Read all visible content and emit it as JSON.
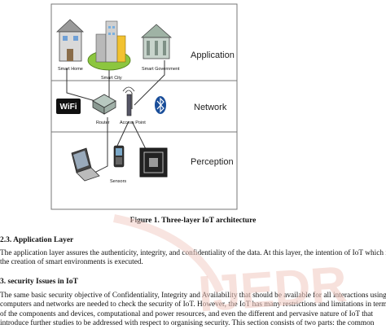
{
  "figure": {
    "layers": [
      "Application",
      "Network",
      "Perception"
    ],
    "devices": {
      "smart_home": "Smart Home",
      "smart_city": "Smart City",
      "smart_government": "Smart Government",
      "router": "Router",
      "access_point": "Access Point",
      "sensors": "Sensors"
    },
    "wifi_text": "WiFi",
    "bluetooth_symbol": "ᛒ",
    "caption": "Figure 1. Three-layer IoT architecture"
  },
  "section_app": {
    "heading": "2.3. Application Layer",
    "lines": [
      "The application layer assures the authenticity, integrity, and confidentiality of the data. At this layer, the intention  of IoT which is",
      "the creation of smart environments is executed."
    ]
  },
  "section_security": {
    "heading": "3. security Issues in IoT",
    "lines": [
      "The same basic security objective  of Confidentiality, Integrity and Availability that should be available for all interactions using",
      "computers and networks are needed to check the security of IoT. However, the IoT has many restrictions  and limitations in terms",
      "of the components and devices, computational and power resources, and even the different and pervasive nature of IoT that",
      "introduce further studies to be addressed with respect to organising  security. This section consists of two parts: the common"
    ]
  },
  "watermark": {
    "text": "IJEDR",
    "color": "#f1c9c1"
  }
}
